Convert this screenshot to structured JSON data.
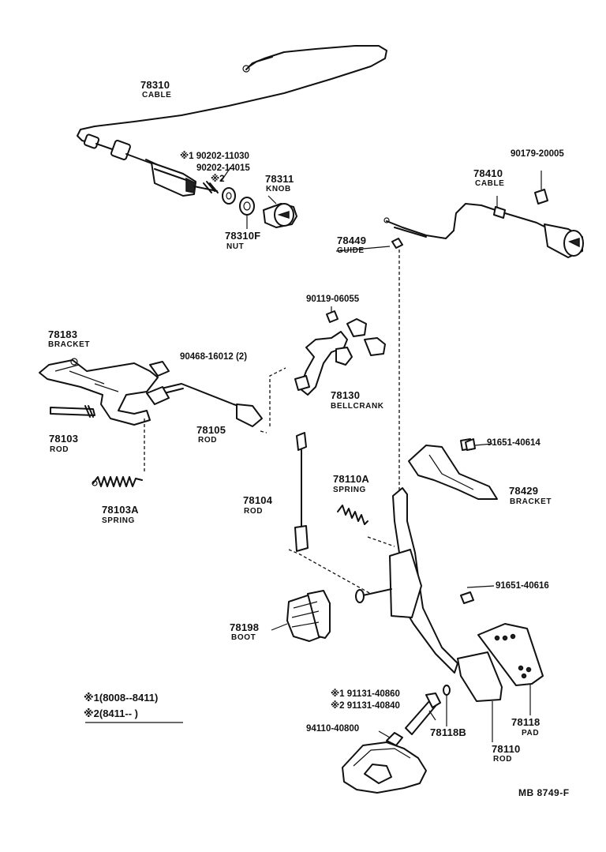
{
  "parts": {
    "p78310": {
      "number": "78310",
      "name": "CABLE"
    },
    "n90202_11030": {
      "number": "※1 90202-11030"
    },
    "n90202_14015": {
      "number": "90202-14015"
    },
    "star2": {
      "text": "※2"
    },
    "p78311": {
      "number": "78311",
      "name": "KNOB"
    },
    "p78310F": {
      "number": "78310F",
      "name": "NUT"
    },
    "n90179": {
      "number": "90179-20005"
    },
    "p78410": {
      "number": "78410",
      "name": "CABLE"
    },
    "p78449": {
      "number": "78449",
      "name": "GUIDE"
    },
    "n90119": {
      "number": "90119-06055"
    },
    "p78183": {
      "number": "78183",
      "name": "BRACKET"
    },
    "n90468": {
      "number": "90468-16012 (2)"
    },
    "p78130": {
      "number": "78130",
      "name": "BELLCRANK"
    },
    "p78103": {
      "number": "78103",
      "name": "ROD"
    },
    "p78105": {
      "number": "78105",
      "name": "ROD"
    },
    "n91651_40614": {
      "number": "91651-40614"
    },
    "p78429": {
      "number": "78429",
      "name": "BRACKET"
    },
    "p78103A": {
      "number": "78103A",
      "name": "SPRING"
    },
    "p78104": {
      "number": "78104",
      "name": "ROD"
    },
    "p78110A": {
      "number": "78110A",
      "name": "SPRING"
    },
    "n91651_40616": {
      "number": "91651-40616"
    },
    "p78198": {
      "number": "78198",
      "name": "BOOT"
    },
    "n91131_40860": {
      "number": "※1 91131-40860"
    },
    "n91131_40840": {
      "number": "※2 91131-40840"
    },
    "n94110": {
      "number": "94110-40800"
    },
    "p78118B": {
      "number": "78118B"
    },
    "p78118": {
      "number": "78118",
      "name": "PAD"
    },
    "p78110": {
      "number": "78110",
      "name": "ROD"
    }
  },
  "notes": {
    "note1": "※1(8008--8411)",
    "note2": "※2(8411--        )"
  },
  "footer": {
    "code": "MB  8749-F"
  }
}
